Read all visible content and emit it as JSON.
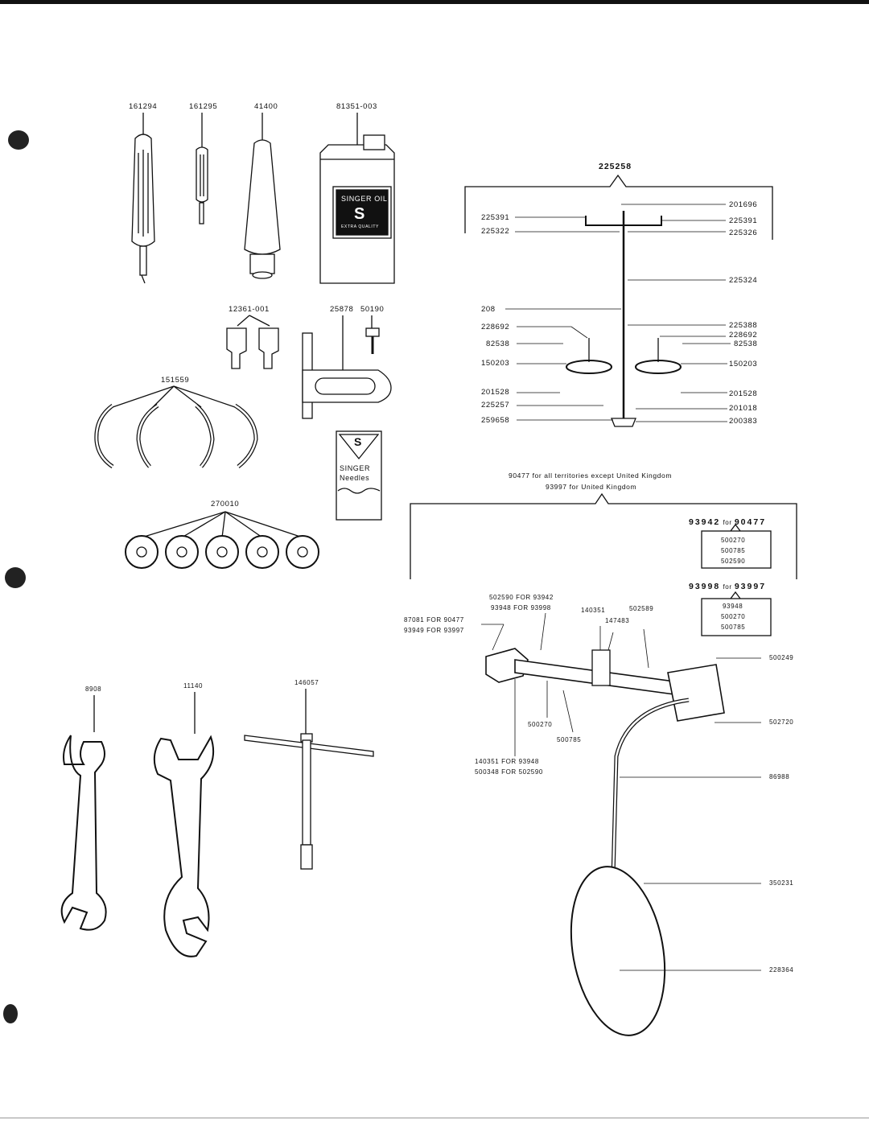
{
  "tools_top": {
    "p161294": "161294",
    "p161295": "161295",
    "p41400": "41400",
    "p81351": "81351-003",
    "oil_line1": "SINGER OIL",
    "oil_line2": "S",
    "oil_line3": "EXTRA QUALITY"
  },
  "tools_mid": {
    "p12361": "12361-001",
    "p25878": "25878",
    "p50190": "50190",
    "p151559": "151559",
    "p270010": "270010",
    "needles_s": "S",
    "needles_line1": "SINGER",
    "needles_line2": "Needles"
  },
  "wrenches": {
    "p8908": "8908",
    "p11140": "11140",
    "p146057": "146057"
  },
  "stand": {
    "title": "225258",
    "left": [
      "225391",
      "225322",
      "208",
      "228692",
      "82538",
      "150203",
      "201528",
      "225257",
      "259658"
    ],
    "right": [
      "201696",
      "225391",
      "225326",
      "225324",
      "225388",
      "228692",
      "82538",
      "150203",
      "201528",
      "201018",
      "200383"
    ]
  },
  "lamp": {
    "desc1": "90477 for all territories except United Kingdom",
    "desc2": "93997 for United Kingdom",
    "kit1_head": "93942",
    "kit1_for": "for",
    "kit1_target": "90477",
    "kit1_items": [
      "500270",
      "500785",
      "502590"
    ],
    "kit2_head": "93998",
    "kit2_for": "for",
    "kit2_target": "93997",
    "kit2_items": [
      "93948",
      "500270",
      "500785"
    ],
    "c502590": "502590 FOR 93942",
    "c93948": "93948 FOR 93998",
    "c87081": "87081 FOR 90477",
    "c93949": "93949 FOR 93997",
    "c140351": "140351",
    "c502589": "502589",
    "c147483": "147483",
    "c500270": "500270",
    "c500785": "500785",
    "c140351for": "140351 FOR 93948",
    "c500348for": "500348 FOR 502590",
    "c500249": "500249",
    "c502720": "502720",
    "c86988": "86988",
    "c350231": "350231",
    "c228364": "228364"
  }
}
